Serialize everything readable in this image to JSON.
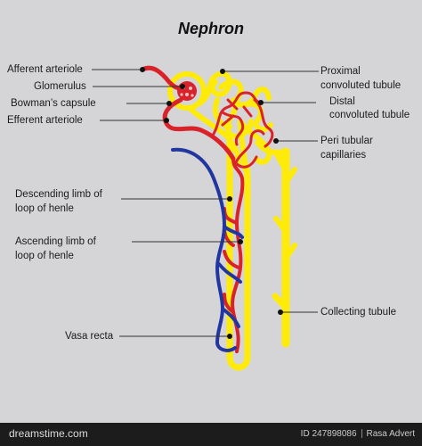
{
  "title": "Nephron",
  "labels": {
    "afferent_arteriole": "Afferent arteriole",
    "glomerulus": "Glomerulus",
    "bowmans_capsule": "Bowman’s capsule",
    "efferent_arteriole": "Efferent arteriole",
    "proximal_tubule_1": "Proximal",
    "proximal_tubule_2": "convoluted tubule",
    "distal_tubule_1": "Distal",
    "distal_tubule_2": "convoluted tubule",
    "peri_capillaries_1": "Peri tubular",
    "peri_capillaries_2": "capillaries",
    "descending_limb_1": "Descending limb of",
    "descending_limb_2": "loop of henle",
    "ascending_limb_1": "Ascending limb of",
    "ascending_limb_2": "loop of henle",
    "collecting_tubule": "Collecting tubule",
    "vasa_recta": "Vasa recta"
  },
  "footer": {
    "site": "dreamstime.com",
    "image_id": "ID 247898086",
    "author": "Rasa Advert"
  },
  "colors": {
    "background": "#d5d5d7",
    "tubule": "#ffeb0a",
    "artery": "#d8232a",
    "vein": "#2236a0",
    "pointer": "#333333"
  }
}
